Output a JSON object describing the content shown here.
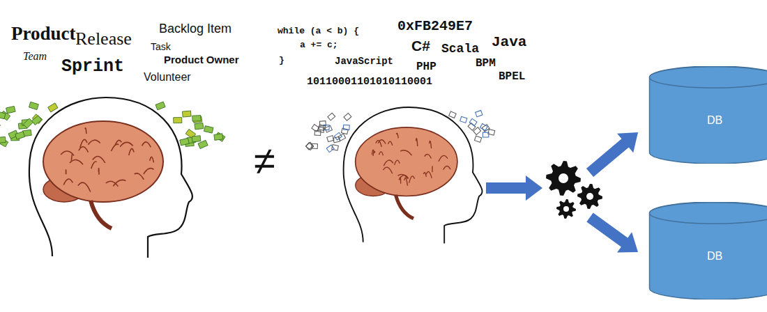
{
  "diagram": {
    "nodes": [
      {
        "text": [
          "DB"
        ]
      },
      {
        "text": [
          "DB"
        ]
      }
    ],
    "labels": [
      "Product",
      "Release",
      "Backlog Item",
      "Team",
      "Task",
      "Product Owner",
      "Sprint",
      "Volunteer",
      "while (a < b) {",
      "a += c;",
      "}",
      "0xFB249E7",
      "C#",
      "Scala",
      "Java",
      "JavaScript",
      "PHP",
      "BPM",
      "BPEL",
      "10110001101010110001",
      "≠"
    ]
  }
}
